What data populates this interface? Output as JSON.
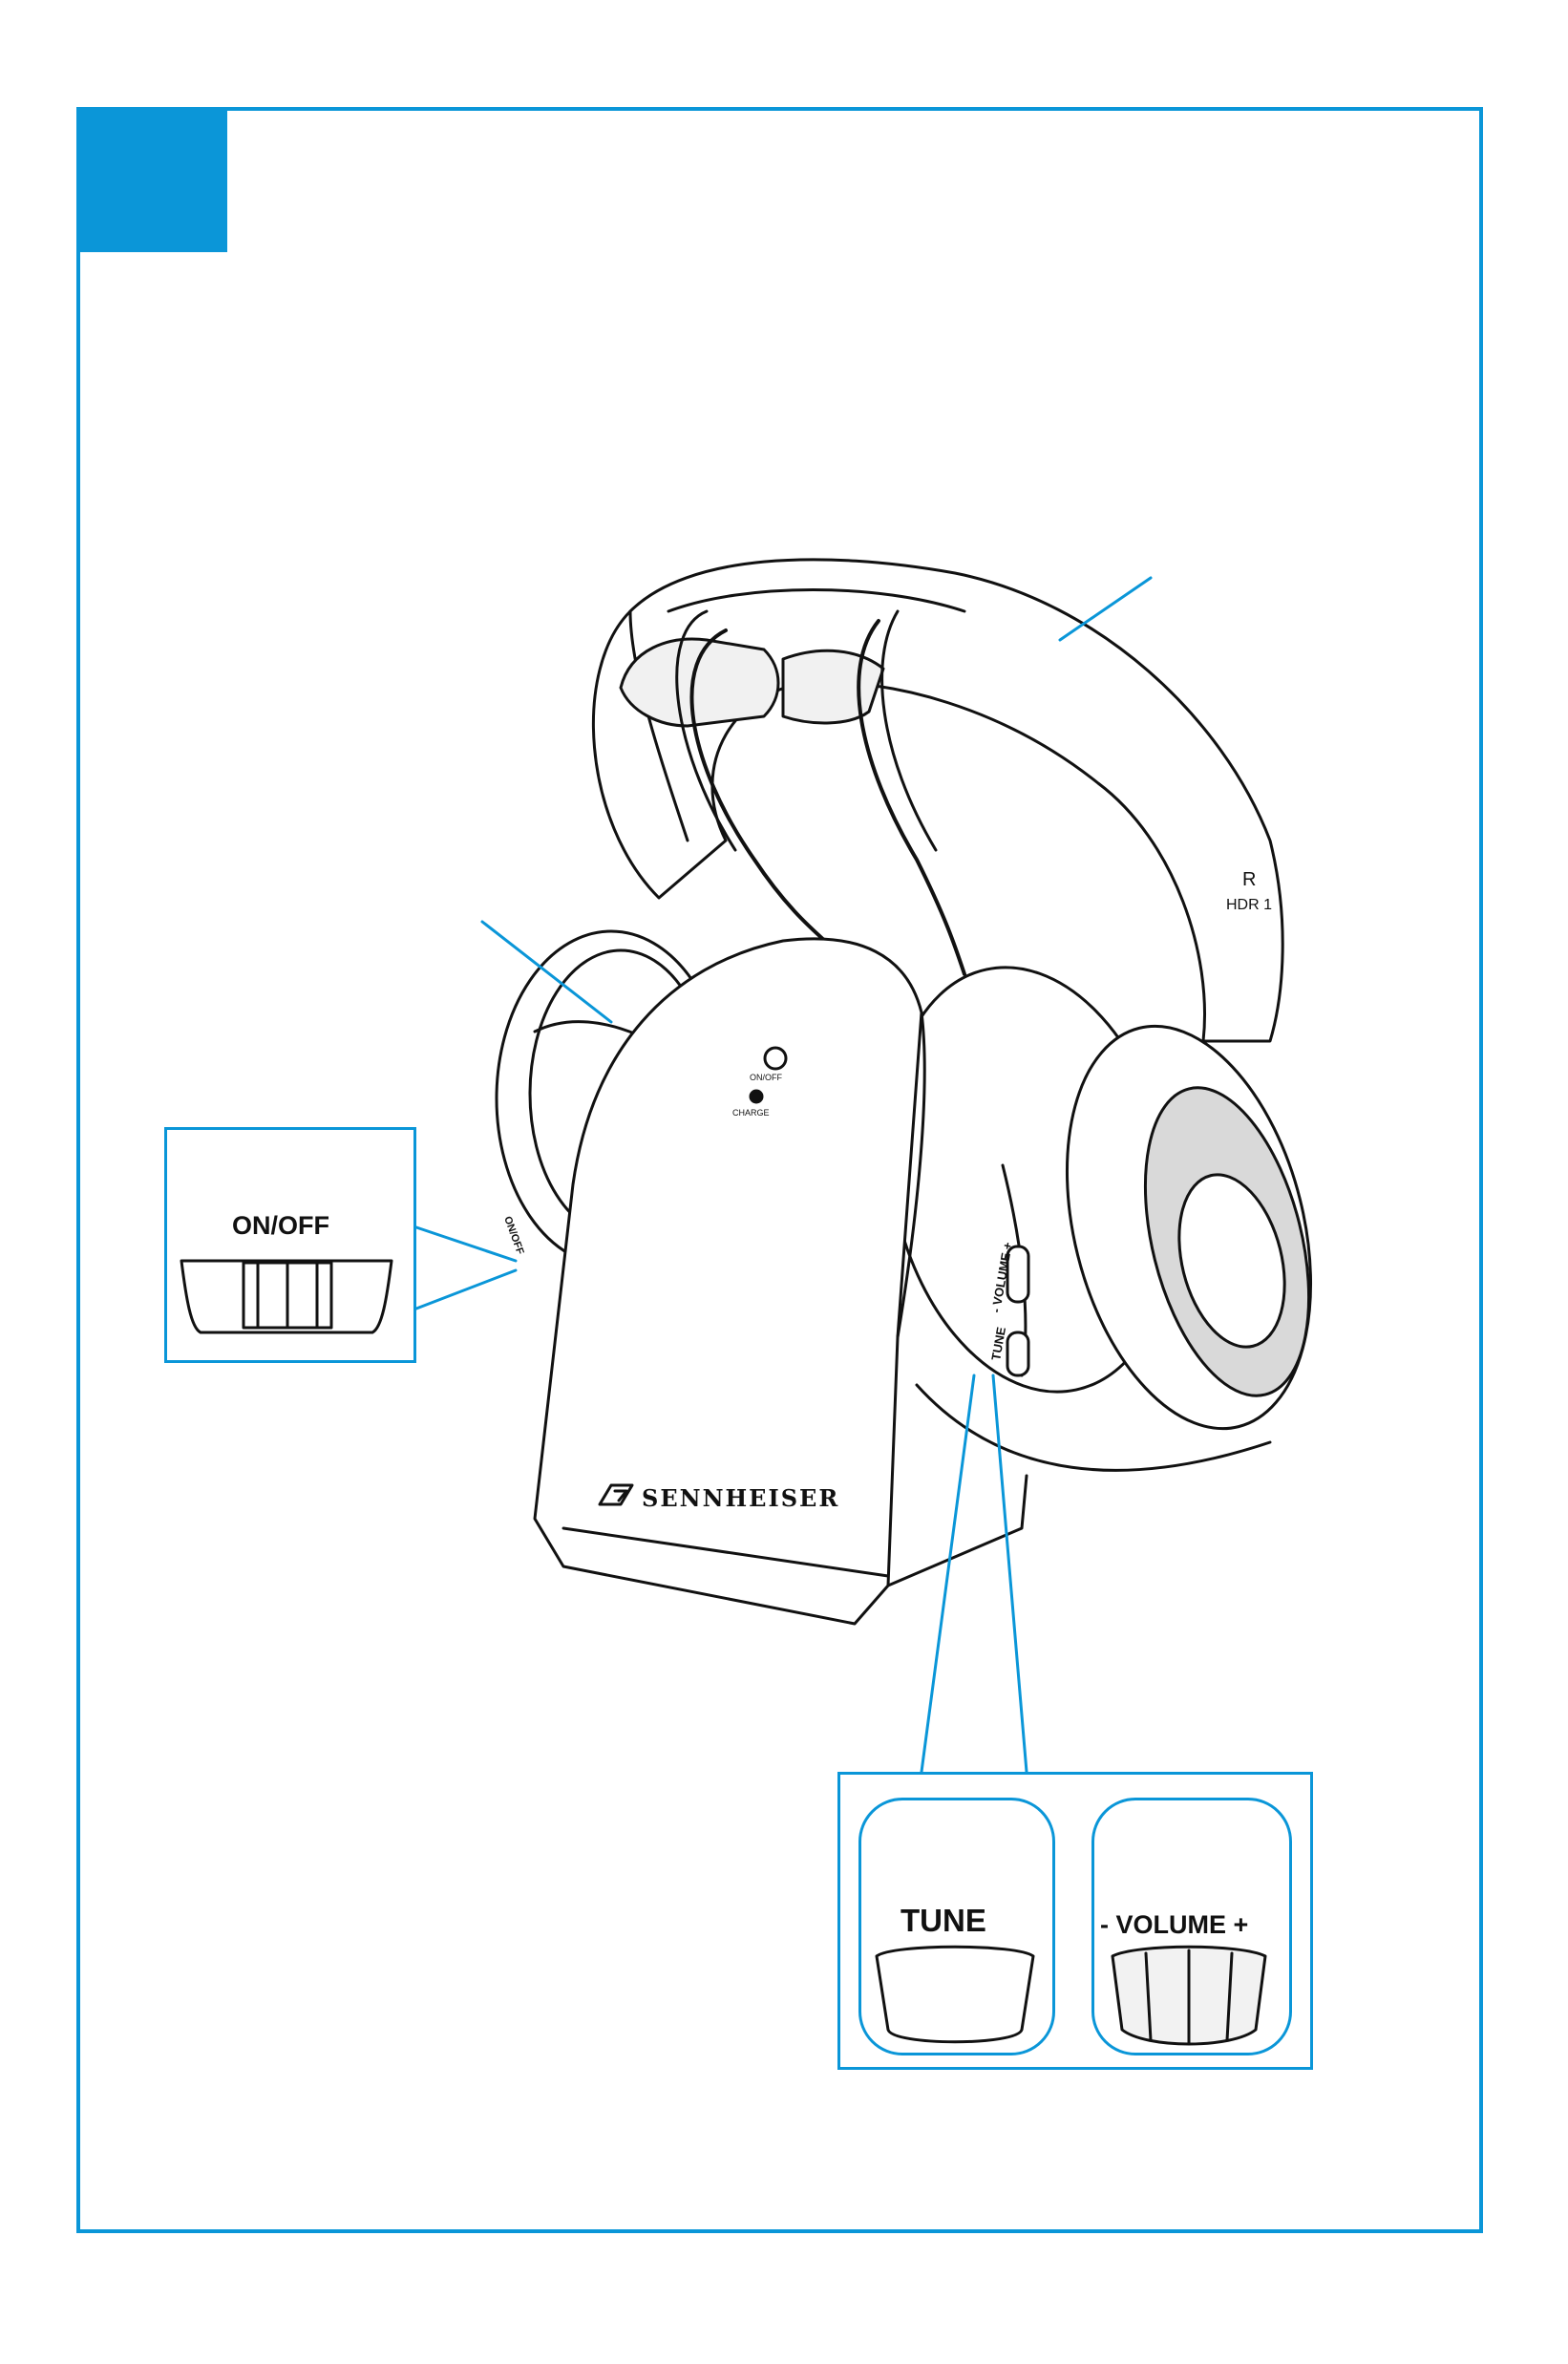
{
  "colors": {
    "frame": "#0a96d8",
    "corner_tab": "#0b96d8",
    "ink": "#111111"
  },
  "callouts": {
    "onoff": {
      "label": "ON/OFF"
    },
    "tune": {
      "label": "TUNE"
    },
    "volume": {
      "label": "- VOLUME +"
    }
  },
  "product": {
    "brand": "SENNHEISER",
    "side_marker": "R",
    "model": "HDR 1",
    "base_button_1": "ON/OFF",
    "base_button_2": "CHARGE",
    "earcup_tune": "TUNE",
    "earcup_volume": "- VOLUME +",
    "earcup_onoff": "ON/OFF"
  },
  "icons": {
    "brand_logo": "sennheiser-logo-icon"
  }
}
